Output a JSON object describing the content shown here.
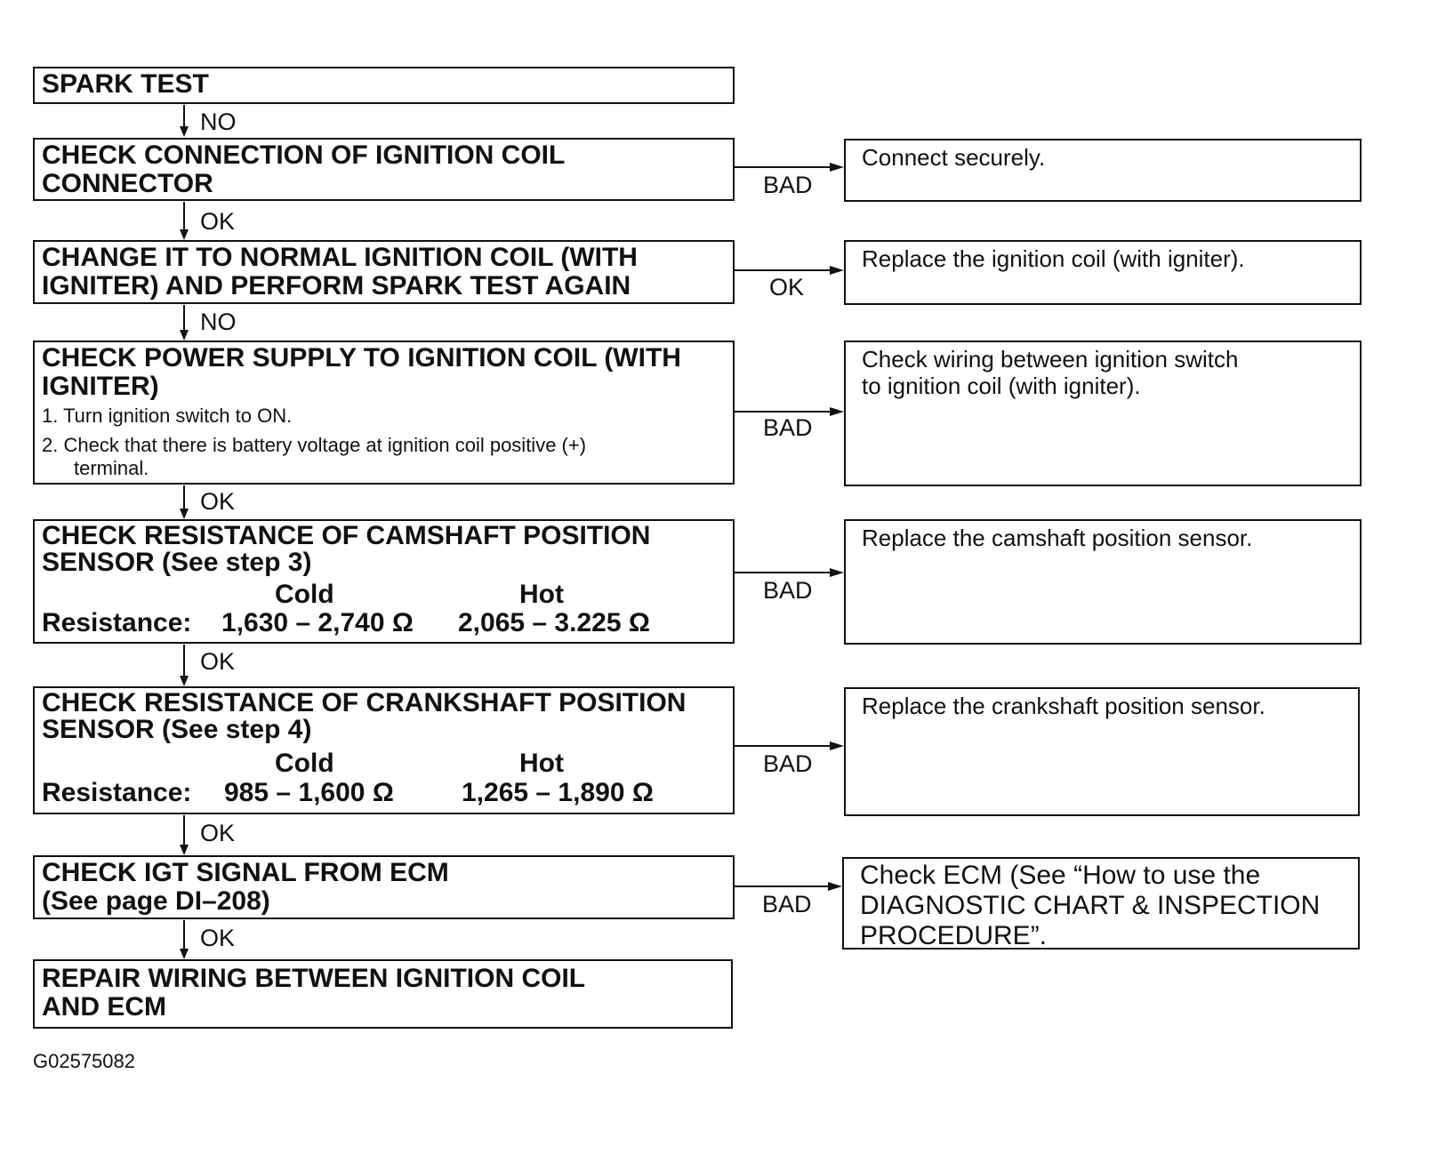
{
  "steps": [
    {
      "title": "SPARK TEST"
    },
    {
      "title": "CHECK CONNECTION OF IGNITION COIL\nCONNECTOR"
    },
    {
      "title": "CHANGE IT TO NORMAL IGNITION COIL (WITH\nIGNITER) AND PERFORM SPARK TEST AGAIN"
    },
    {
      "title": "CHECK POWER SUPPLY TO IGNITION COIL (WITH\nIGNITER)",
      "substeps": [
        "1. Turn ignition switch to ON.",
        "2. Check that there is battery voltage at ignition coil positive (+)",
        "terminal."
      ]
    },
    {
      "title": "CHECK RESISTANCE OF CAMSHAFT POSITION\nSENSOR (See step 3)",
      "resistance": {
        "cold_label": "Cold",
        "hot_label": "Hot",
        "row_label": "Resistance:",
        "cold": "1,630 – 2,740 Ω",
        "hot": "2,065 – 3.225 Ω"
      }
    },
    {
      "title": "CHECK RESISTANCE OF CRANKSHAFT POSITION\nSENSOR (See step 4)",
      "resistance": {
        "cold_label": "Cold",
        "hot_label": "Hot",
        "row_label": "Resistance:",
        "cold": "985 – 1,600 Ω",
        "hot": "1,265 – 1,890 Ω"
      }
    },
    {
      "title": "CHECK IGT SIGNAL FROM ECM\n(See page DI–208)"
    },
    {
      "title": "REPAIR WIRING BETWEEN IGNITION COIL\nAND ECM"
    }
  ],
  "down_labels": [
    "NO",
    "OK",
    "NO",
    "OK",
    "OK",
    "OK",
    "OK"
  ],
  "side_labels": [
    "BAD",
    "OK",
    "BAD",
    "BAD",
    "BAD",
    "BAD"
  ],
  "actions": [
    "Connect securely.",
    "Replace the ignition coil (with igniter).",
    "Check wiring between ignition switch\nto ignition coil (with igniter).",
    "Replace the camshaft position sensor.",
    "Replace the crankshaft position sensor.",
    "Check ECM (See “How to use the\nDIAGNOSTIC CHART & INSPECTION\nPROCEDURE”."
  ],
  "figure_id": "G02575082"
}
